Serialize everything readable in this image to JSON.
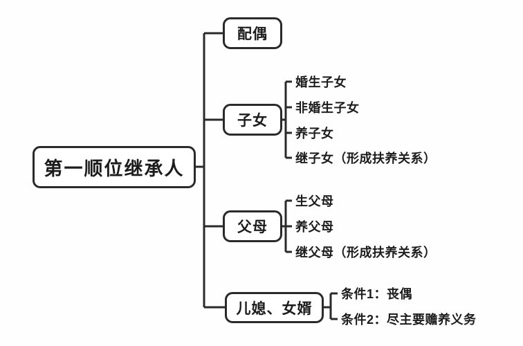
{
  "diagram": {
    "root": {
      "label": "第一顺位继承人"
    },
    "branches": [
      {
        "label": "配偶",
        "leaves": []
      },
      {
        "label": "子女",
        "leaves": [
          "婚生子女",
          "非婚生子女",
          "养子女",
          "继子女（形成扶养关系）"
        ]
      },
      {
        "label": "父母",
        "leaves": [
          "生父母",
          "养父母",
          "继父母（形成扶养关系）"
        ]
      },
      {
        "label": "儿媳、女婿",
        "leaves": [
          "条件1：丧偶",
          "条件2：尽主要赡养义务"
        ]
      }
    ]
  },
  "colors": {
    "line": "#2a2a2a",
    "ink": "#1c1c1c",
    "bg": "#fefefe",
    "box": "#ffffff"
  }
}
